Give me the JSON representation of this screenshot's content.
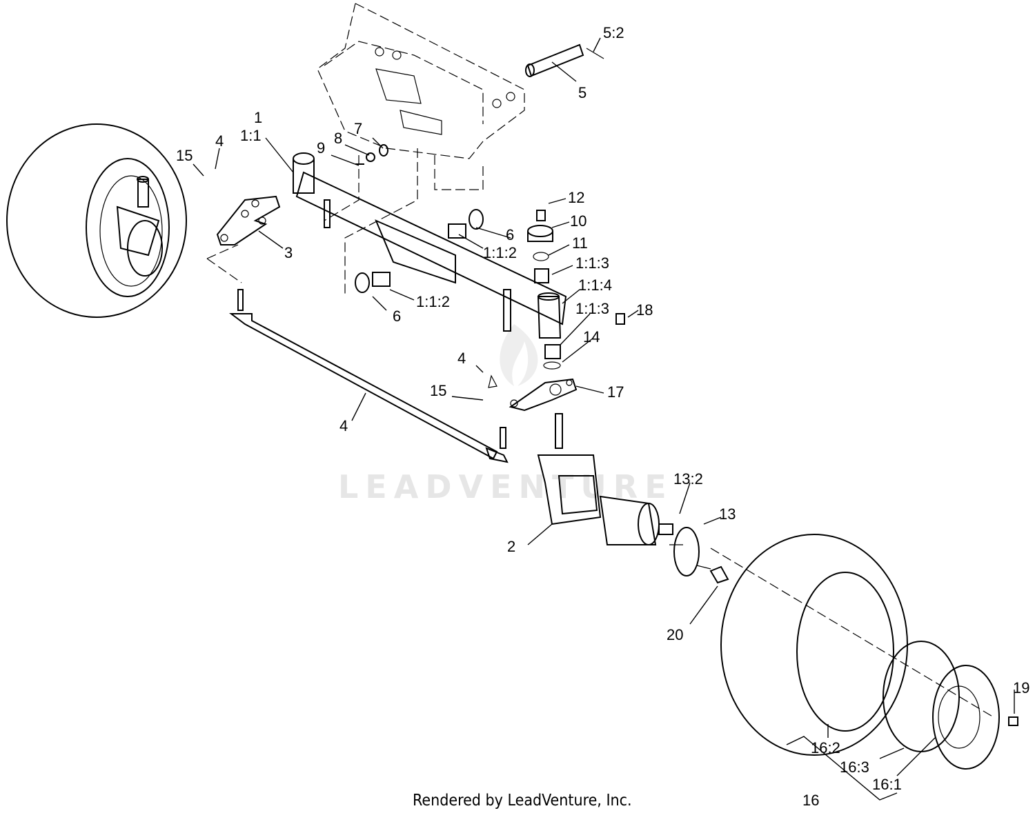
{
  "watermark": "LEADVENTURE",
  "footer": "Rendered by LeadVenture, Inc.",
  "callouts": {
    "c1": "1",
    "c1_1": "1:1",
    "c1_1_2a": "1:1:2",
    "c1_1_2b": "1:1:2",
    "c1_1_3a": "1:1:3",
    "c1_1_3b": "1:1:3",
    "c1_1_4": "1:1:4",
    "c2": "2",
    "c3": "3",
    "c4a": "4",
    "c4b": "4",
    "c4c": "4",
    "c5": "5",
    "c5_2": "5:2",
    "c6a": "6",
    "c6b": "6",
    "c7": "7",
    "c8": "8",
    "c9": "9",
    "c10": "10",
    "c11": "11",
    "c12": "12",
    "c13": "13",
    "c13_2": "13:2",
    "c14": "14",
    "c15a": "15",
    "c15b": "15",
    "c16": "16",
    "c16_1": "16:1",
    "c16_2": "16:2",
    "c16_3": "16:3",
    "c17": "17",
    "c18": "18",
    "c19": "19",
    "c20": "20"
  }
}
